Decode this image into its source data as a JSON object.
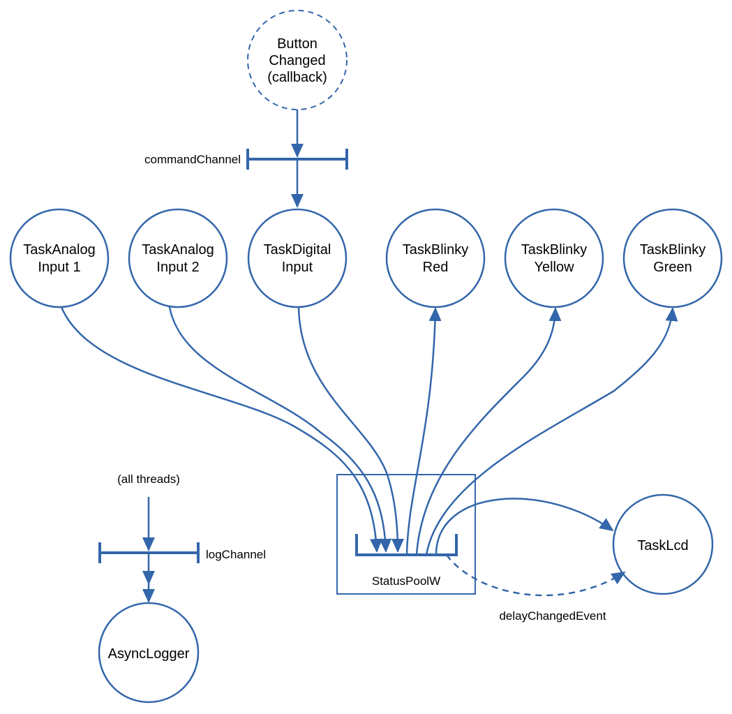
{
  "colors": {
    "stroke": "#3366aa",
    "text": "#000000",
    "background": "#ffffff"
  },
  "nodes": {
    "button_changed": {
      "lines": [
        "Button",
        "Changed",
        "(callback)"
      ],
      "style": "dashed"
    },
    "task_analog_input_1": {
      "lines": [
        "TaskAnalog",
        "Input 1"
      ]
    },
    "task_analog_input_2": {
      "lines": [
        "TaskAnalog",
        "Input 2"
      ]
    },
    "task_digital_input": {
      "lines": [
        "TaskDigital",
        "Input"
      ]
    },
    "task_blinky_red": {
      "lines": [
        "TaskBlinky",
        "Red"
      ]
    },
    "task_blinky_yellow": {
      "lines": [
        "TaskBlinky",
        "Yellow"
      ]
    },
    "task_blinky_green": {
      "lines": [
        "TaskBlinky",
        "Green"
      ]
    },
    "task_lcd": {
      "lines": [
        "TaskLcd"
      ]
    },
    "async_logger": {
      "lines": [
        "AsyncLogger"
      ]
    },
    "status_pool": {
      "label": "StatusPoolW"
    }
  },
  "labels": {
    "command_channel": "commandChannel",
    "log_channel": "logChannel",
    "all_threads": "(all threads)",
    "delay_changed_event": "delayChangedEvent"
  }
}
